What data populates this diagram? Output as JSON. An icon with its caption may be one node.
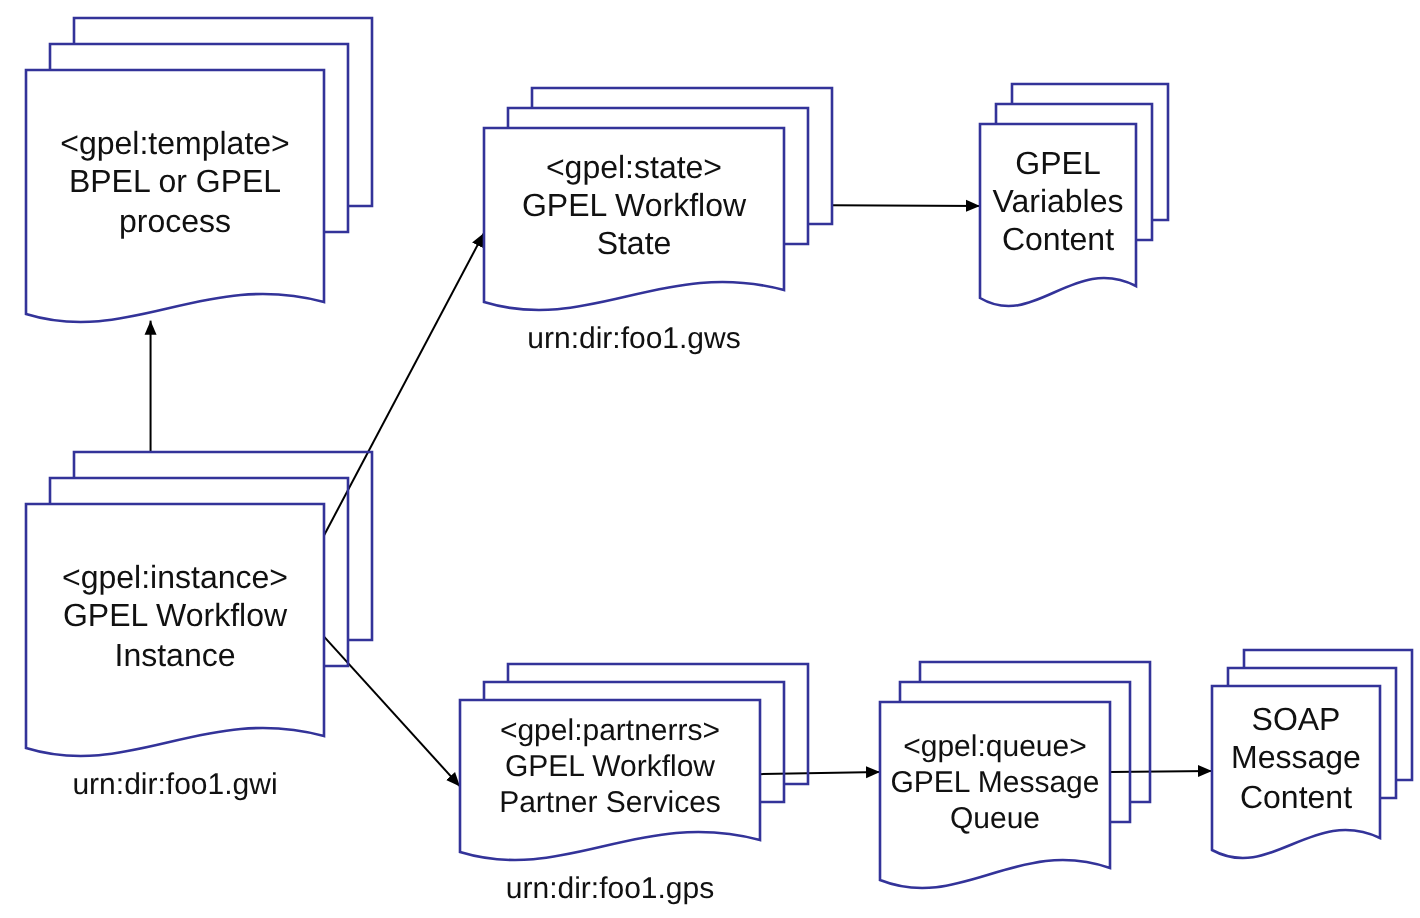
{
  "diagram": {
    "nodes": [
      {
        "text": [
          "<gpel:template>",
          "BPEL or GPEL process"
        ]
      },
      {
        "text": [
          "<gpel:state>",
          "GPEL Workflow State"
        ],
        "beside": [
          "urn:dir:foo1.gws"
        ]
      },
      {
        "text": [
          "GPEL Variables Content"
        ]
      },
      {
        "text": [
          "<gpel:instance>",
          "GPEL Workflow Instance"
        ],
        "beside": [
          "urn:dir:foo1.gwi"
        ]
      },
      {
        "text": [
          "<gpel:partnerrs>",
          "GPEL Workflow Partner Services"
        ],
        "beside": [
          "urn:dir:foo1.gps"
        ]
      },
      {
        "text": [
          "<gpel:queue>",
          "GPEL Message Queue"
        ]
      },
      {
        "text": [
          "SOAP Message Content"
        ]
      }
    ],
    "edges": [
      {
        "from": 3,
        "to": 0,
        "arrow": "to"
      },
      {
        "from": 3,
        "to": 1,
        "arrow": "to"
      },
      {
        "from": 1,
        "to": 2,
        "arrow": "to"
      },
      {
        "from": 3,
        "to": 4,
        "arrow": "to"
      },
      {
        "from": 4,
        "to": 5,
        "arrow": "to"
      },
      {
        "from": 5,
        "to": 6,
        "arrow": "to"
      }
    ]
  }
}
